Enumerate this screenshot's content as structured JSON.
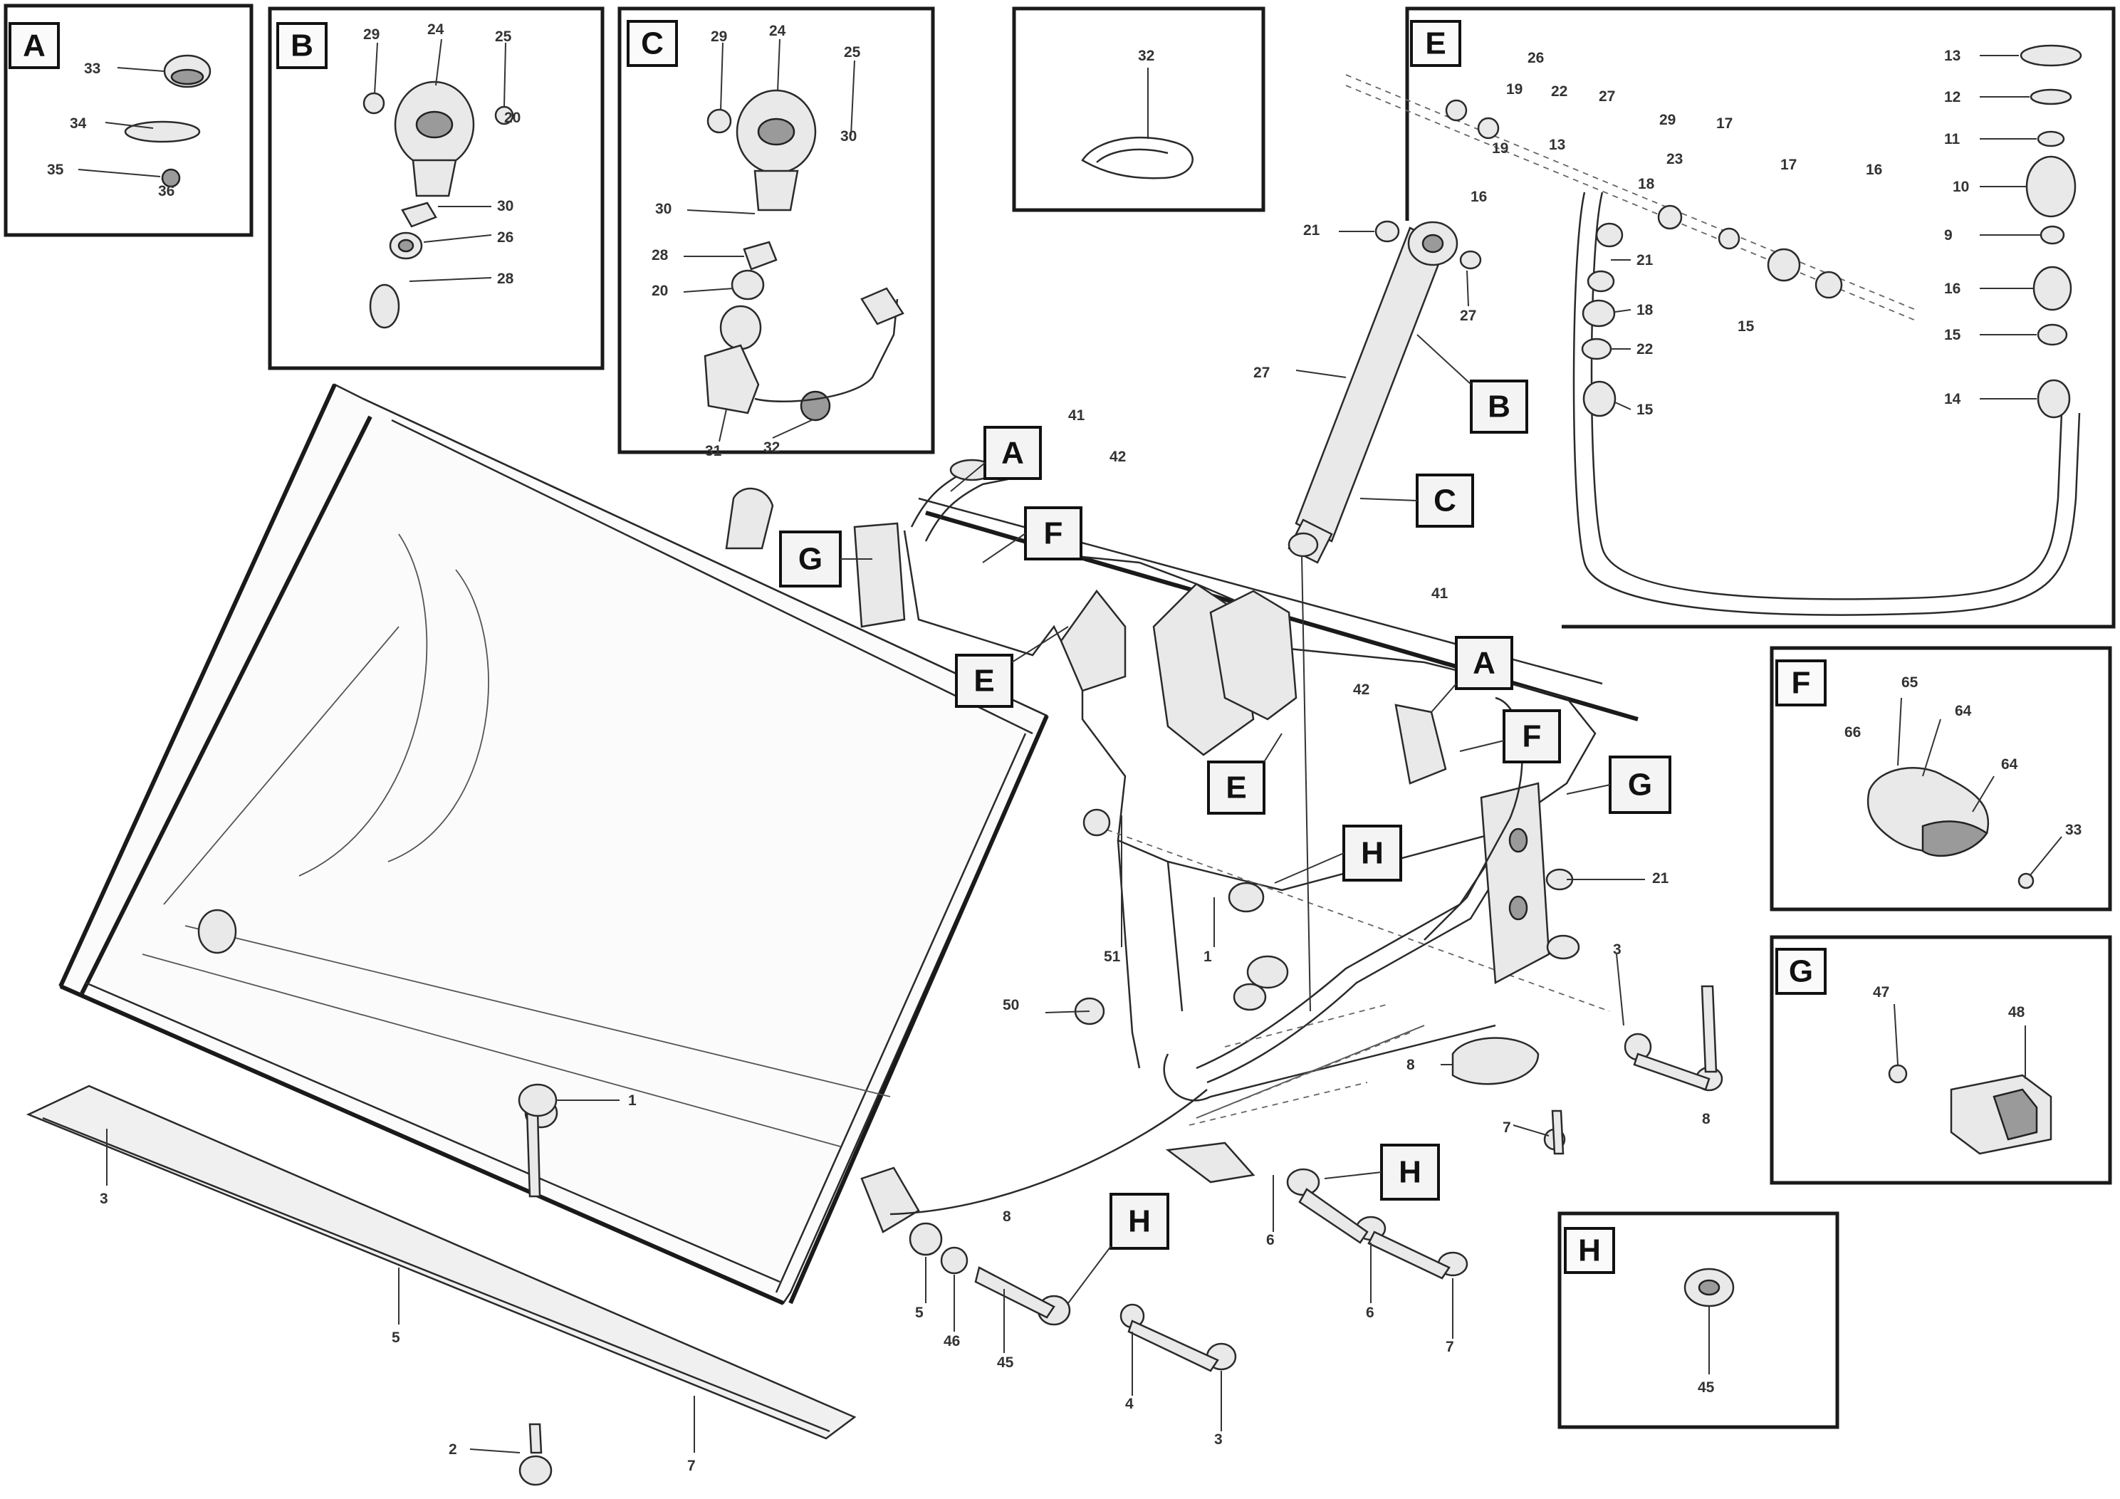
{
  "frames": [
    {
      "id": "A",
      "label": "A",
      "numbers": [
        "33",
        "34",
        "35",
        "36"
      ]
    },
    {
      "id": "B",
      "label": "B",
      "numbers": [
        "29",
        "24",
        "25",
        "30",
        "26",
        "28",
        "20"
      ]
    },
    {
      "id": "C",
      "label": "C",
      "numbers": [
        "29",
        "24",
        "25",
        "30",
        "30",
        "28",
        "20",
        "31",
        "32"
      ]
    },
    {
      "id": "D",
      "label": "",
      "numbers": [
        "32"
      ]
    },
    {
      "id": "E",
      "label": "E",
      "numbers": [
        "26",
        "19",
        "22",
        "27",
        "29",
        "17",
        "16",
        "18",
        "23",
        "17",
        "21",
        "18",
        "22",
        "15",
        "15",
        "16",
        "19",
        "13",
        "12",
        "11",
        "10",
        "9",
        "16",
        "15",
        "14",
        "13"
      ]
    },
    {
      "id": "F",
      "label": "F",
      "numbers": [
        "65",
        "66",
        "64",
        "64",
        "33"
      ]
    },
    {
      "id": "G",
      "label": "G",
      "numbers": [
        "47",
        "48"
      ]
    },
    {
      "id": "H",
      "label": "H",
      "numbers": [
        "45"
      ]
    }
  ],
  "callouts": [
    "A",
    "B",
    "C",
    "G",
    "F",
    "E",
    "A",
    "F",
    "E",
    "G",
    "H",
    "H",
    "H"
  ],
  "main_numbers": [
    "21",
    "27",
    "27",
    "41",
    "42",
    "41",
    "42",
    "21",
    "51",
    "50",
    "1",
    "3",
    "8",
    "7",
    "6",
    "5",
    "46",
    "45",
    "4",
    "3",
    "6",
    "7",
    "8",
    "1",
    "2",
    "3",
    "5",
    "7",
    "8"
  ],
  "reference": {
    "line1": "",
    "line2": "",
    "code": ""
  }
}
